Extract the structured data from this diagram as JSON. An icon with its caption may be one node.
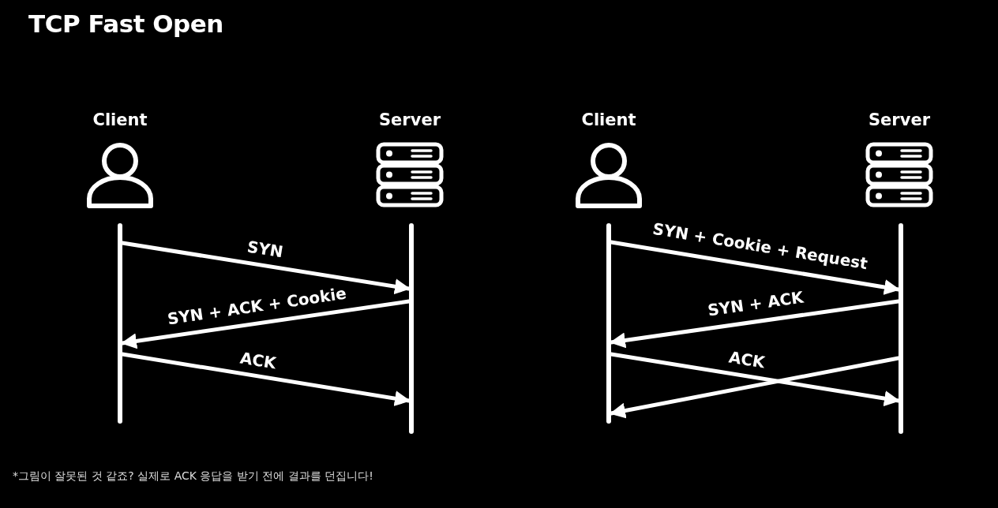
{
  "diagram": {
    "title": "TCP Fast Open",
    "nodes": [
      {
        "text": [
          "Client"
        ]
      },
      {
        "text": [
          "Server"
        ]
      },
      {
        "text": [],
        "shape": "bar"
      },
      {
        "text": [],
        "shape": "bar"
      },
      {
        "text": [
          "Client"
        ]
      },
      {
        "text": [
          "Server"
        ]
      },
      {
        "text": [],
        "shape": "bar"
      },
      {
        "text": [],
        "shape": "bar"
      }
    ],
    "edges": [
      {
        "from": 2,
        "to": 3,
        "arrow": "to",
        "label": "SYN"
      },
      {
        "from": 3,
        "to": 2,
        "arrow": "to",
        "label": "SYN + ACK + Cookie"
      },
      {
        "from": 2,
        "to": 3,
        "arrow": "to",
        "label": "ACK"
      },
      {
        "from": 6,
        "to": 7,
        "arrow": "to",
        "label": "SYN + Cookie + Request"
      },
      {
        "from": 7,
        "to": 6,
        "arrow": "to",
        "label": "SYN + ACK"
      },
      {
        "from": 6,
        "to": 7,
        "arrow": "to",
        "label": "ACK"
      },
      {
        "from": 7,
        "to": 6,
        "arrow": "to"
      }
    ],
    "labels": [
      "*그림이 잘못된 것 같죠? 실제로 ACK 응답을 받기 전에 결과를 던집니다!"
    ]
  }
}
